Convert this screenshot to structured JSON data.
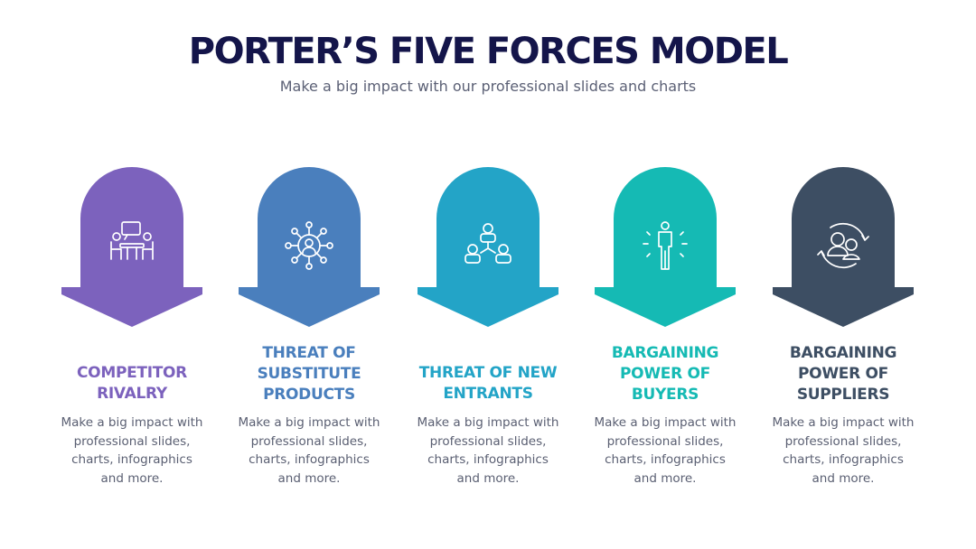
{
  "header": {
    "title": "PORTER’S FIVE FORCES MODEL",
    "subtitle": "Make a big impact with our professional slides and charts"
  },
  "forces": [
    {
      "name": "COMPETITOR\nRIVALRY",
      "description": "Make a big impact with\nprofessional slides,\ncharts, infographics\nand more.",
      "color": "#7c62bd",
      "icon": "meeting-table-icon"
    },
    {
      "name": "THREAT OF\nSUBSTITUTE\nPRODUCTS",
      "description": "Make a big impact with\nprofessional slides,\ncharts, infographics\nand more.",
      "color": "#4a7fbd",
      "icon": "network-user-icon"
    },
    {
      "name": "THREAT OF NEW\nENTRANTS",
      "description": "Make a big impact with\nprofessional slides,\ncharts, infographics\nand more.",
      "color": "#23a4c7",
      "icon": "team-hierarchy-icon"
    },
    {
      "name": "BARGAINING\nPOWER OF\nBUYERS",
      "description": "Make a big impact with\nprofessional slides,\ncharts, infographics\nand more.",
      "color": "#15bab4",
      "icon": "person-standing-icon"
    },
    {
      "name": "BARGAINING\nPOWER OF\nSUPPLIERS",
      "description": "Make a big impact with\nprofessional slides,\ncharts, infographics\nand more.",
      "color": "#3d4e63",
      "icon": "users-exchange-icon"
    }
  ]
}
